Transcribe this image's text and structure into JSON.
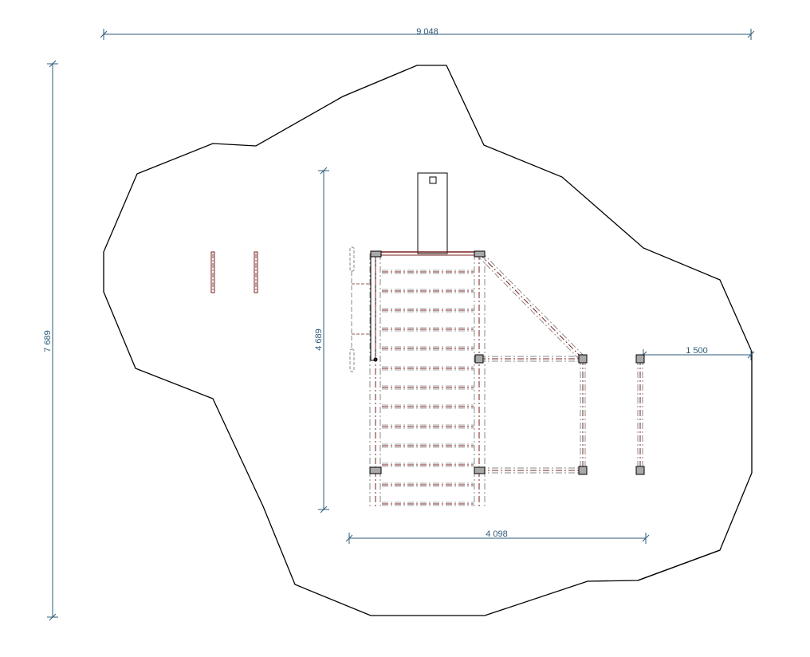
{
  "dimensions": {
    "overall_width": "9 048",
    "overall_height": "7 689",
    "structure_height": "4 689",
    "structure_width": "4 098",
    "offset_right": "1 500"
  },
  "colors": {
    "dimension": "#2e5b78",
    "outline": "#000000",
    "beam": "#7a1f1f",
    "post": "#a9a9a9"
  }
}
